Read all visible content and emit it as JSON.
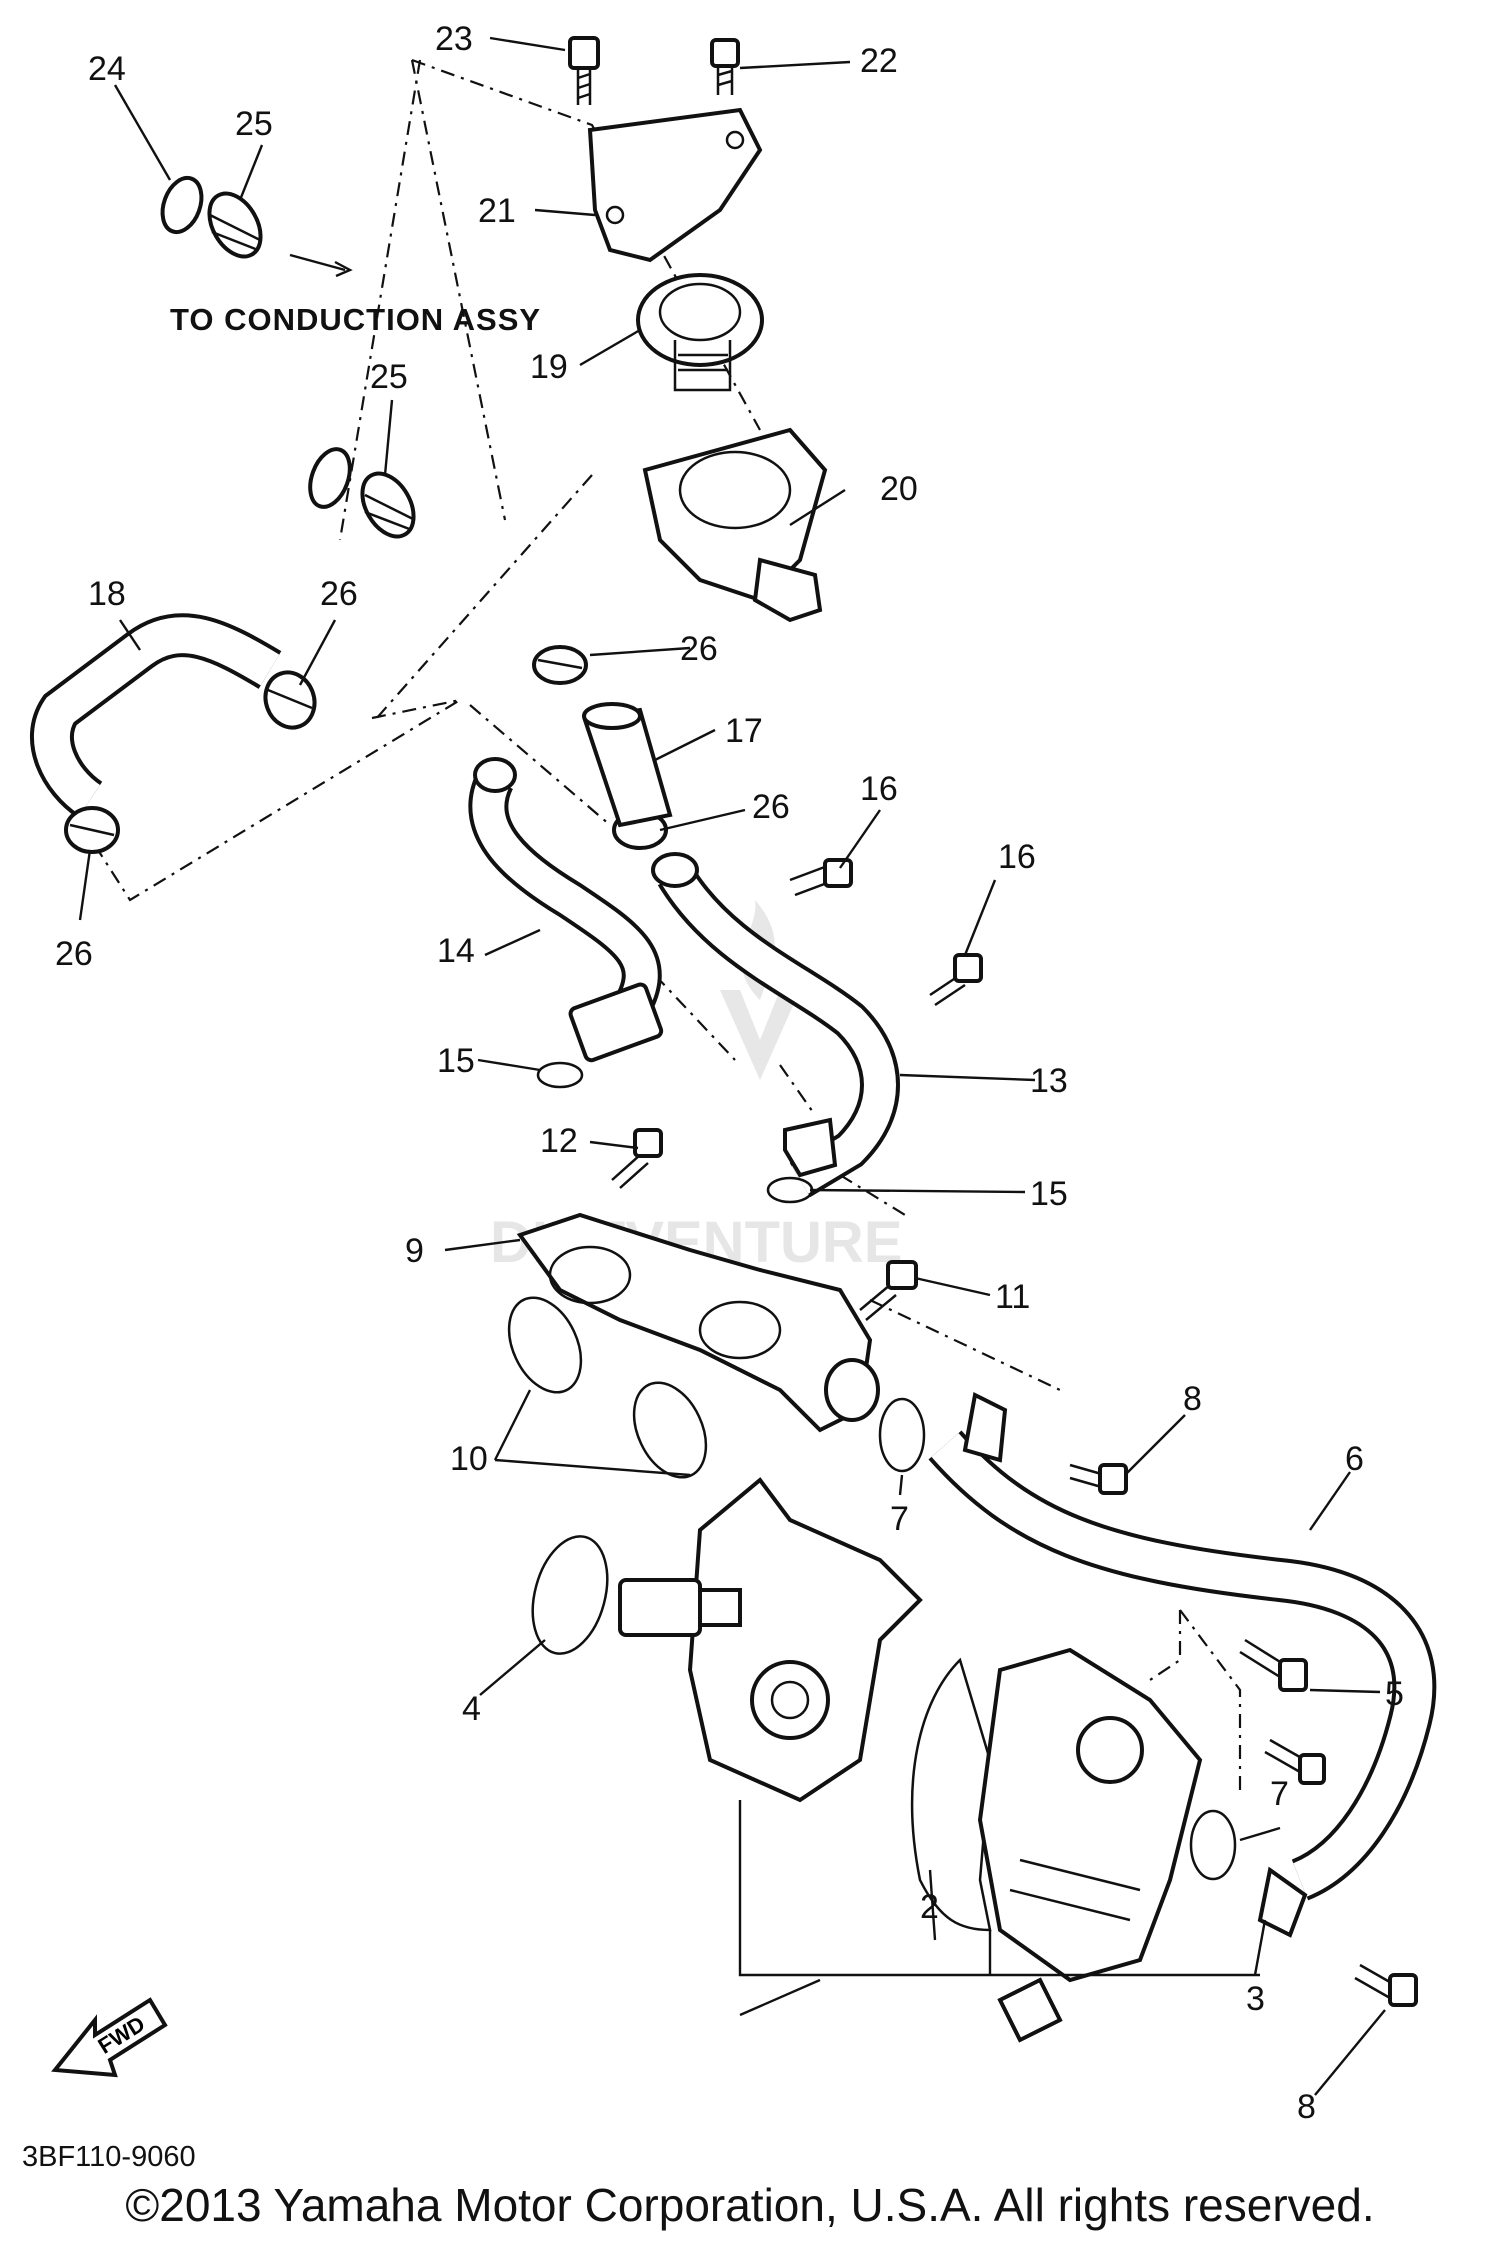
{
  "callouts": [
    {
      "num": "2"
    },
    {
      "num": "3"
    },
    {
      "num": "4"
    },
    {
      "num": "5"
    },
    {
      "num": "6"
    },
    {
      "num": "7"
    },
    {
      "num": "7"
    },
    {
      "num": "8"
    },
    {
      "num": "8"
    },
    {
      "num": "9"
    },
    {
      "num": "10"
    },
    {
      "num": "11"
    },
    {
      "num": "12"
    },
    {
      "num": "13"
    },
    {
      "num": "14"
    },
    {
      "num": "15"
    },
    {
      "num": "15"
    },
    {
      "num": "16"
    },
    {
      "num": "16"
    },
    {
      "num": "17"
    },
    {
      "num": "18"
    },
    {
      "num": "19"
    },
    {
      "num": "20"
    },
    {
      "num": "21"
    },
    {
      "num": "22"
    },
    {
      "num": "23"
    },
    {
      "num": "24"
    },
    {
      "num": "25"
    },
    {
      "num": "25"
    },
    {
      "num": "26"
    },
    {
      "num": "26"
    },
    {
      "num": "26"
    },
    {
      "num": "26"
    }
  ],
  "annotation": "TO CONDUCTION ASSY",
  "fwd_label": "FWD",
  "diagram_code": "3BF110-9060",
  "copyright": "©2013 Yamaha Motor Corporation, U.S.A. All rights reserved.",
  "watermark": "DIRTVENTURE"
}
